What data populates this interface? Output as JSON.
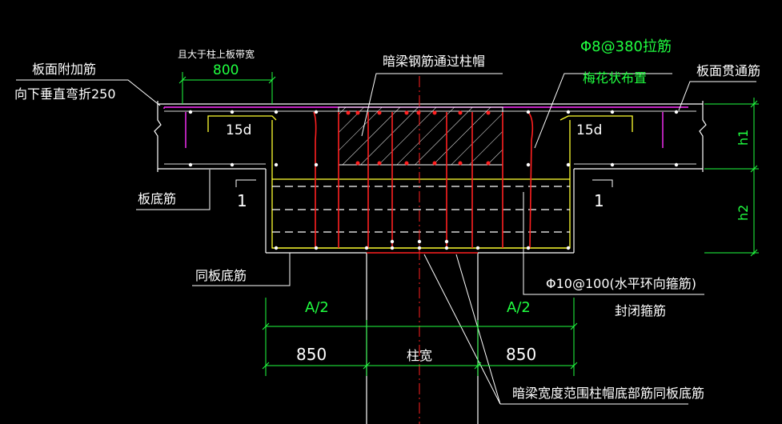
{
  "colors": {
    "background": "#000000",
    "linework": "#ffffff",
    "rebar_red": "#ff2020",
    "stirrup_yellow": "#ffff30",
    "dim_green": "#20ff40",
    "magenta": "#ff30ff",
    "column_red": "#ff2020"
  },
  "labels": {
    "top_additional": "板面附加筋",
    "bend_down": "向下垂直弯折250",
    "min_width_note": "且大于柱上板带宽",
    "dim_800": "800",
    "beam_through_cap": "暗梁钢筋通过柱帽",
    "tie_bar": "Φ8@380拉筋",
    "plum_layout": "梅花状布置",
    "top_through": "板面贯通筋",
    "anchor_left": "15d",
    "anchor_right": "15d",
    "dim_h1": "h1",
    "dim_h2": "h2",
    "section_left": "1",
    "section_right": "1",
    "slab_bottom": "板底筋",
    "same_as_slab_bottom": "同板底筋",
    "stirrup_spec": "Φ10@100(水平环向箍筋)",
    "closed_stirrup": "封闭箍筋",
    "half_a_left": "A/2",
    "half_a_right": "A/2",
    "dim_850_left": "850",
    "column_width": "柱宽",
    "dim_850_right": "850",
    "bottom_note": "暗梁宽度范围柱帽底部筋同板底筋"
  }
}
